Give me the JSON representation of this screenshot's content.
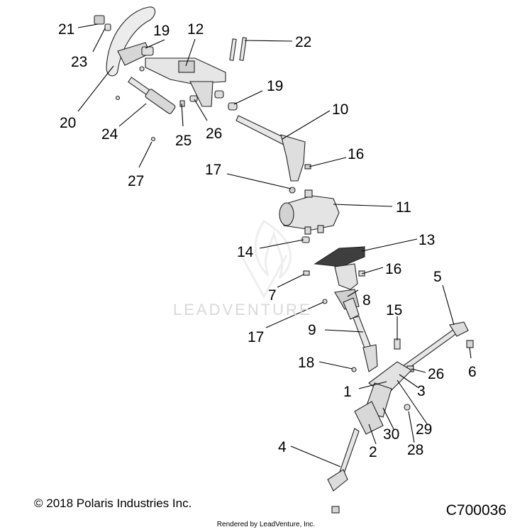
{
  "diagram": {
    "callouts": [
      "21",
      "19",
      "12",
      "23",
      "22",
      "20",
      "19",
      "10",
      "24",
      "25",
      "26",
      "27",
      "16",
      "17",
      "11",
      "13",
      "14",
      "16",
      "7",
      "8",
      "5",
      "17",
      "15",
      "9",
      "18",
      "26",
      "6",
      "1",
      "3",
      "29",
      "30",
      "28",
      "4",
      "2"
    ],
    "watermark": "LEADVENTURE",
    "copyright": "© 2018 Polaris Industries Inc.",
    "drawing_id": "C700036",
    "rendered_by": "Rendered by LeadVenture, Inc."
  }
}
